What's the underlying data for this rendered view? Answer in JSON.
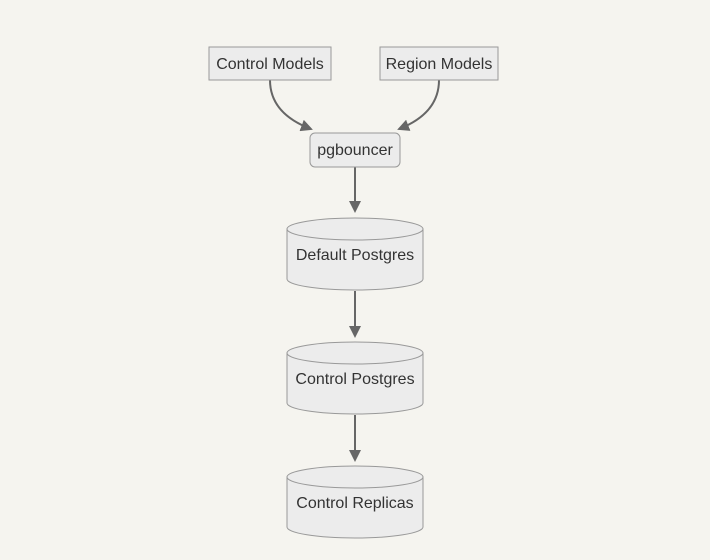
{
  "diagram": {
    "type": "flowchart",
    "direction": "top-down",
    "colors": {
      "canvas-bg": "#f5f4ef",
      "node-fill": "#ececec",
      "node-stroke": "#999999",
      "text-color": "#333333",
      "arrow-color": "#666666"
    },
    "nodes": {
      "control_models": {
        "label": "Control Models",
        "shape": "rectangle"
      },
      "region_models": {
        "label": "Region Models",
        "shape": "rectangle"
      },
      "pgbouncer": {
        "label": "pgbouncer",
        "shape": "rounded-rectangle"
      },
      "default_postgres": {
        "label": "Default Postgres",
        "shape": "cylinder"
      },
      "control_postgres": {
        "label": "Control Postgres",
        "shape": "cylinder"
      },
      "control_replicas": {
        "label": "Control Replicas",
        "shape": "cylinder"
      }
    },
    "edges": [
      {
        "from": "control_models",
        "to": "pgbouncer"
      },
      {
        "from": "region_models",
        "to": "pgbouncer"
      },
      {
        "from": "pgbouncer",
        "to": "default_postgres"
      },
      {
        "from": "default_postgres",
        "to": "control_postgres"
      },
      {
        "from": "control_postgres",
        "to": "control_replicas"
      }
    ]
  }
}
